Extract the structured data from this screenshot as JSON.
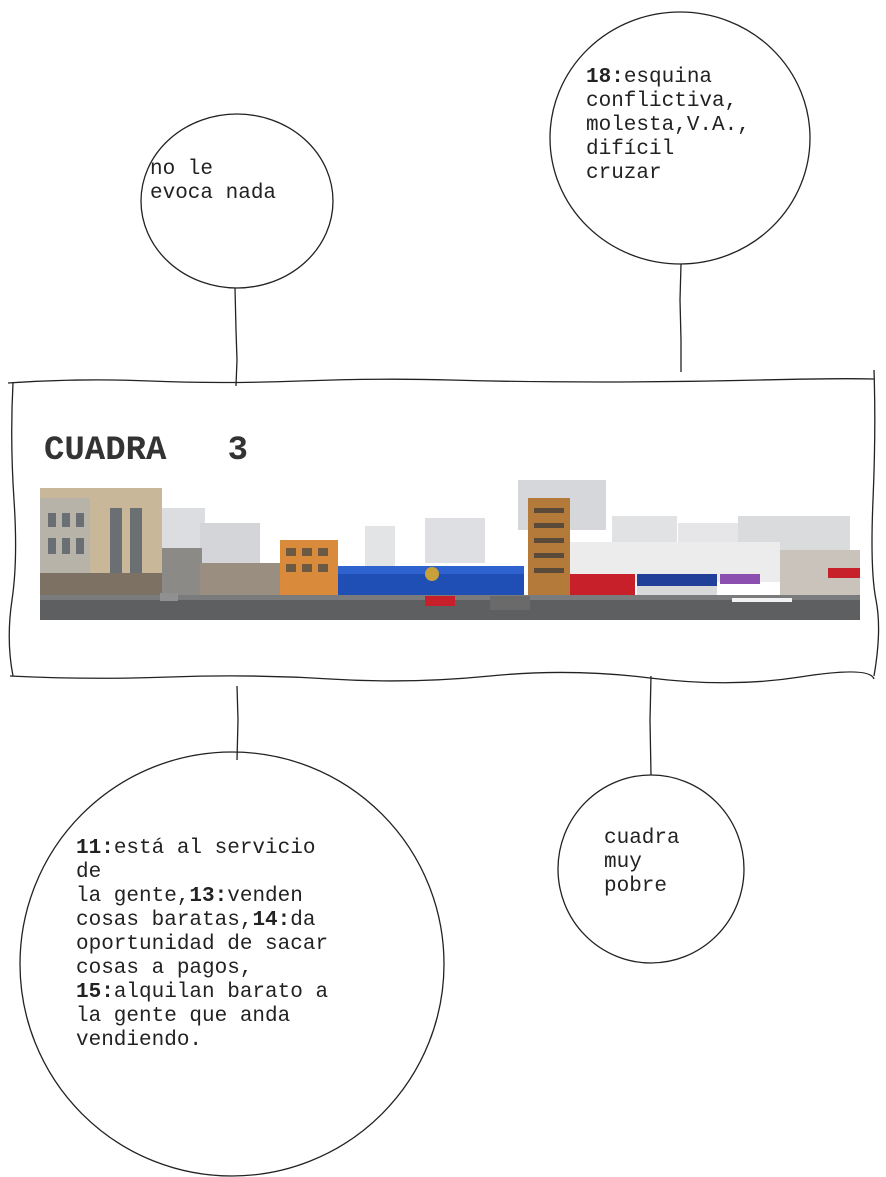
{
  "block": {
    "title": "CUADRA   3"
  },
  "bubbles": {
    "top_left": {
      "lines": [
        {
          "text": "no le"
        },
        {
          "text": "evoca nada"
        }
      ]
    },
    "top_right": {
      "lines": [
        {
          "num": "18:",
          "text": "esquina"
        },
        {
          "text": "conflictiva,"
        },
        {
          "text": "molesta,V.A.,"
        },
        {
          "text": "difícil"
        },
        {
          "text": "cruzar"
        }
      ]
    },
    "bottom_left": {
      "lines": [
        {
          "num": "11:",
          "text": "está al servicio"
        },
        {
          "text": "de"
        },
        {
          "pre": "la gente,",
          "num": "13:",
          "text": "venden"
        },
        {
          "pre": "cosas baratas,",
          "num": "14:",
          "text": "da"
        },
        {
          "text": "oportunidad de sacar"
        },
        {
          "text": "cosas a pagos,"
        },
        {
          "num": "15:",
          "text": "alquilan barato a"
        },
        {
          "text": "la gente que anda"
        },
        {
          "text": "vendiendo."
        }
      ]
    },
    "bottom_right": {
      "lines": [
        {
          "text": "cuadra"
        },
        {
          "text": "muy"
        },
        {
          "text": "pobre"
        }
      ]
    }
  },
  "colors": {
    "ink": "#222222",
    "sky": "#d9dadc",
    "road": "#5e5f60",
    "blue_awning": "#1f4fb4",
    "orange_building": "#d98a3a",
    "red_storefront": "#c8202a"
  }
}
